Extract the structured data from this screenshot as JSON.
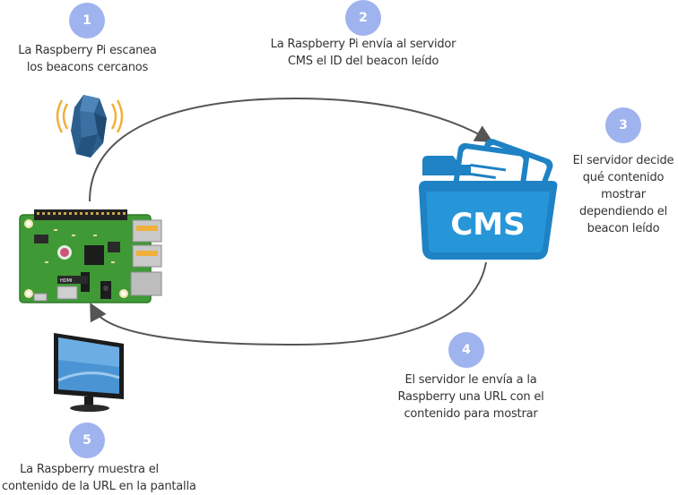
{
  "steps": [
    {
      "number": "1",
      "lines": [
        "La Raspberry Pi escanea",
        "los beacons cercanos"
      ]
    },
    {
      "number": "2",
      "lines": [
        "La Raspberry Pi envía al servidor",
        "CMS el ID del beacon leído"
      ]
    },
    {
      "number": "3",
      "lines": [
        "El servidor decide",
        "qué contenido",
        "mostrar",
        "dependiendo el",
        "beacon leído"
      ]
    },
    {
      "number": "4",
      "lines": [
        "El servidor le envía a la",
        "Raspberry una URL con el",
        "contenido para mostrar"
      ]
    },
    {
      "number": "5",
      "lines": [
        "La Raspberry muestra el",
        "contenido de la URL en la pantalla"
      ]
    }
  ],
  "cms_label": "CMS",
  "board_hdmi_label": "HDMI",
  "colors": {
    "badge": "#9fb3ef",
    "arrow": "#555555",
    "cms_blue": "#1e82c4",
    "beacon": "#2d5f8e",
    "board": "#3f9a36"
  }
}
